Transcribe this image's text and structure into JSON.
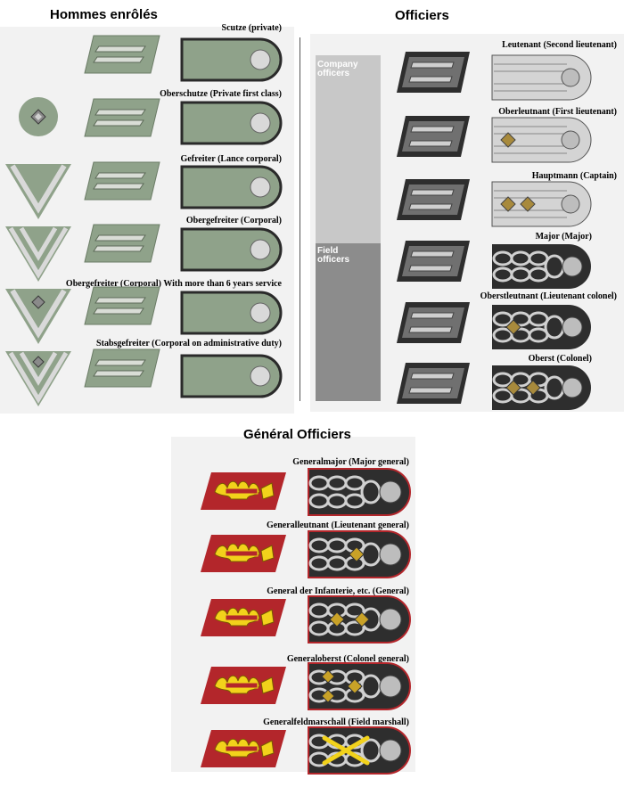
{
  "sections": {
    "enlisted_title": "Hommes enrôlés",
    "officers_title": "Officiers",
    "generals_title": "Général Officiers"
  },
  "categories": {
    "company": "Company officers",
    "field": "Field officers"
  },
  "colors": {
    "enlisted_field_gray": "#8fa28a",
    "officer_dark": "#2e2e2e",
    "general_red": "#b3262b",
    "general_gold": "#f2d21b",
    "company_bar": "#c8c8c8",
    "field_bar": "#8c8c8c"
  },
  "enlisted": [
    {
      "label": "Scutze (private)",
      "sleeve": "none"
    },
    {
      "label": "Oberschutze (Private first class)",
      "sleeve": "star-disc"
    },
    {
      "label": "Gefreiter (Lance corporal)",
      "sleeve": "chevron-1"
    },
    {
      "label": "Obergefreiter (Corporal)",
      "sleeve": "chevron-2"
    },
    {
      "label": "Obergefreiter (Corporal) With more than 6 years service",
      "sleeve": "chevron-1-star"
    },
    {
      "label": "Stabsgefreiter (Corporal on administrative duty)",
      "sleeve": "chevron-2-star"
    }
  ],
  "officers": [
    {
      "label": "Leutenant (Second lieutenant)",
      "pips": 0,
      "braided": false
    },
    {
      "label": "Oberleutnant (First lieutenant)",
      "pips": 1,
      "braided": false
    },
    {
      "label": "Hauptmann (Captain)",
      "pips": 2,
      "braided": false
    },
    {
      "label": "Major (Major)",
      "pips": 0,
      "braided": true
    },
    {
      "label": "Oberstleutnant (Lieutenant colonel)",
      "pips": 1,
      "braided": true
    },
    {
      "label": "Oberst (Colonel)",
      "pips": 2,
      "braided": true
    }
  ],
  "generals": [
    {
      "label": "Generalmajor (Major general)",
      "pips": 0,
      "batons": false
    },
    {
      "label": "Generalleutnant (Lieutenant general)",
      "pips": 1,
      "batons": false
    },
    {
      "label": "General der Infanterie, etc. (General)",
      "pips": 2,
      "batons": false
    },
    {
      "label": "Generaloberst (Colonel general)",
      "pips": 3,
      "batons": false
    },
    {
      "label": "Generalfeldmarschall (Field marshall)",
      "pips": 0,
      "batons": true
    }
  ]
}
